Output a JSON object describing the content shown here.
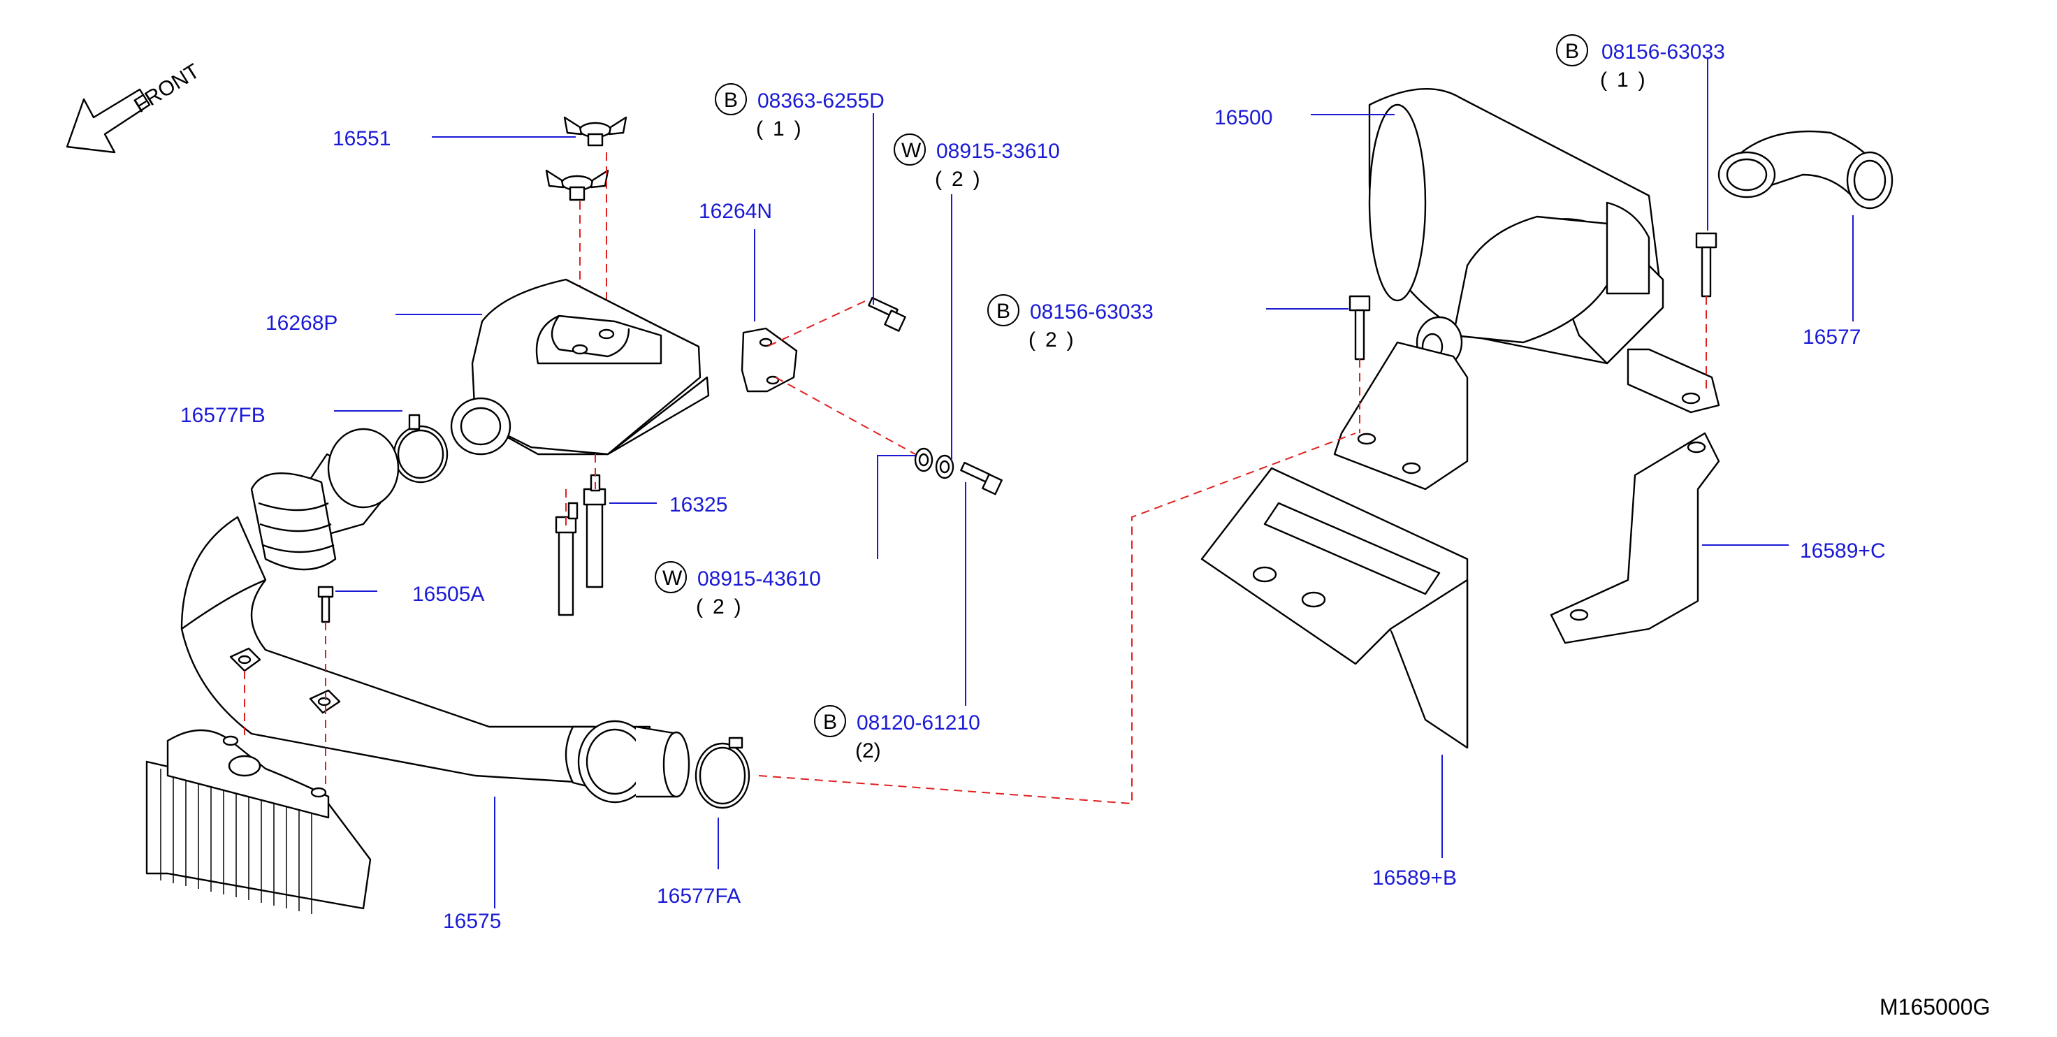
{
  "front_label": "FRONT",
  "diagram_code": "M165000G",
  "part_numbers": {
    "p16551": "16551",
    "p16268P": "16268P",
    "p16577FB": "16577FB",
    "p16505A": "16505A",
    "p16575": "16575",
    "p16577FA": "16577FA",
    "p16325": "16325",
    "p16264N": "16264N",
    "p16500": "16500",
    "p16577": "16577",
    "p16589C": "16589+C",
    "p16589B": "16589+B"
  },
  "fasteners": [
    {
      "prefix": "B",
      "number": "08363-6255D",
      "qty": "(1)"
    },
    {
      "prefix": "W",
      "number": "08915-33610",
      "qty": "(2)"
    },
    {
      "prefix": "B",
      "number": "08156-63033",
      "qty": "(2)"
    },
    {
      "prefix": "W",
      "number": "08915-43610",
      "qty": "(2)"
    },
    {
      "prefix": "B",
      "number": "08120-61210",
      "qty": "(2)"
    },
    {
      "prefix": "B",
      "number": "08156-63033",
      "qty": "(1)"
    }
  ],
  "colors": {
    "part_label": "#1a1ad6",
    "leader_line": "#1a1ad6",
    "dashed_assembly_line": "#e02020",
    "line_art": "#000000"
  }
}
